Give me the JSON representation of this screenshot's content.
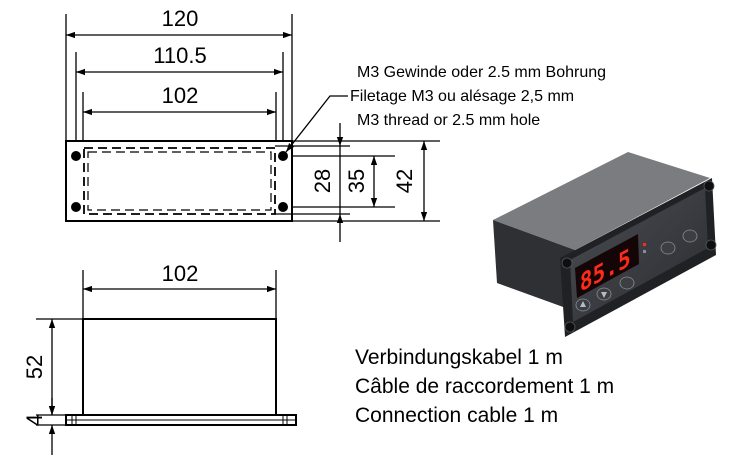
{
  "front_view": {
    "width_overall": "120",
    "width_holes": "110.5",
    "width_cutout": "102",
    "height_inner": "28",
    "height_holes": "35",
    "height_overall": "42"
  },
  "hole_note": {
    "line_de": "M3 Gewinde oder 2.5 mm Bohrung",
    "line_fr": "Filetage M3 ou alésage 2,5 mm",
    "line_en": "M3 thread or 2.5 mm hole"
  },
  "side_view": {
    "width": "102",
    "height_body": "52",
    "height_flange": "4"
  },
  "product_display": {
    "readout": "85.5"
  },
  "cable_note": {
    "line_de": "Verbindungskabel 1 m",
    "line_fr": "Câble de raccordement 1 m",
    "line_en": "Connection cable 1 m"
  },
  "colors": {
    "line": "#000000",
    "device_body": "#3a3a3a",
    "display_red": "#ff2a1a"
  }
}
